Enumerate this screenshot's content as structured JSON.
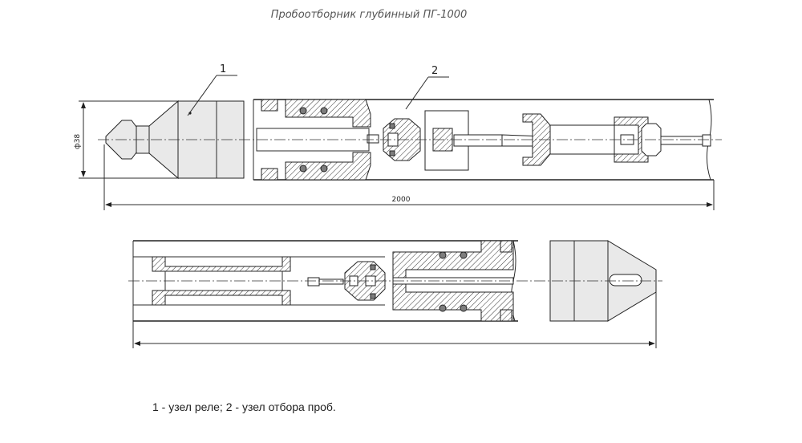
{
  "title": "Пробоотборник глубинный ПГ-1000",
  "callouts": [
    "1",
    "2"
  ],
  "dimensions": {
    "diameter": "ф38",
    "length": "2000"
  },
  "caption": "1 - узел реле; 2 - узел отбора проб."
}
